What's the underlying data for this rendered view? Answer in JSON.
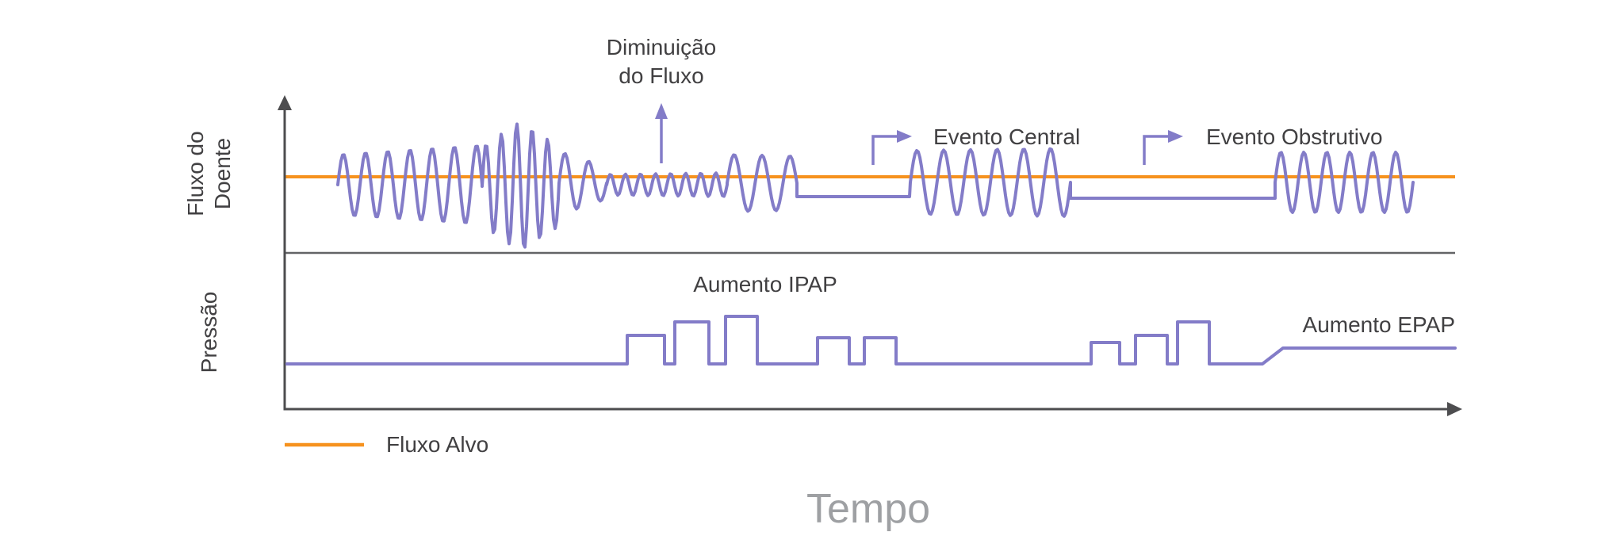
{
  "annotations": {
    "flow_decrease": [
      "Diminuição",
      "do Fluxo"
    ],
    "central_event": "Evento Central",
    "obstructive_event": "Evento Obstrutivo",
    "ipap_increase": "Aumento IPAP",
    "epap_increase": "Aumento EPAP"
  },
  "axes": {
    "flow_label": [
      "Fluxo do",
      "Doente"
    ],
    "pressure_label": "Pressão",
    "time_label": "Tempo"
  },
  "legend": {
    "target_flow": "Fluxo Alvo"
  },
  "colors": {
    "waveform_purple": "#837CC8",
    "target_flow_orange": "#F6921E",
    "axis_gray": "#4D4D4F",
    "divider_gray": "#636466",
    "label_text": "#414042",
    "time_label_gray": "#9EA0A3"
  },
  "chart_data": {
    "type": "line",
    "title": "Resposta do ventilador a eventos respiratórios (esquema)",
    "xlabel": "Tempo",
    "legend_entries": [
      "Fluxo Alvo"
    ],
    "panels": [
      {
        "ylabel": "Fluxo do Doente",
        "series": [
          "Fluxo do Doente (onda)",
          "Fluxo Alvo (linha horizontal laranja)"
        ]
      },
      {
        "ylabel": "Pressão",
        "series": [
          "Pressão (degraus IPAP / EPAP)"
        ]
      }
    ],
    "events_marked": [
      "Diminuição do Fluxo",
      "Evento Central (fluxo plano)",
      "Evento Obstrutivo (fluxo plano)",
      "Aumento IPAP",
      "Aumento EPAP"
    ],
    "flow_wave": {
      "baseline_y": 223,
      "step": 2,
      "segments": [
        {
          "kind": "sine",
          "x0": 426,
          "x1": 608,
          "period": 28,
          "amp0": 38,
          "amp1": 50,
          "offset": 10
        },
        {
          "kind": "sine_peak",
          "x0": 608,
          "x1": 705,
          "period": 19.4,
          "amp_edge": 50,
          "amp_peak": 82,
          "offset": 12
        },
        {
          "kind": "sine",
          "x0": 705,
          "x1": 765,
          "period": 30,
          "amp0": 40,
          "amp1": 20,
          "offset": 8
        },
        {
          "kind": "sine",
          "x0": 765,
          "x1": 917,
          "period": 19,
          "amp0": 13,
          "amp1": 15,
          "offset": 10
        },
        {
          "kind": "sine",
          "x0": 917,
          "x1": 1005,
          "period": 35.2,
          "amp0": 36,
          "amp1": 34,
          "offset": 8
        },
        {
          "kind": "flat",
          "x0": 1005,
          "x1": 1148,
          "offset": 25
        },
        {
          "kind": "sine",
          "x0": 1148,
          "x1": 1350,
          "period": 33.666,
          "amp0": 40,
          "amp1": 43,
          "offset": 7
        },
        {
          "kind": "flat",
          "x0": 1350,
          "x1": 1608,
          "offset": 27
        },
        {
          "kind": "sine",
          "x0": 1608,
          "x1": 1782,
          "period": 29,
          "amp0": 38,
          "amp1": 38,
          "offset": 7
        }
      ]
    },
    "pressure_points": [
      [
        362,
        459
      ],
      [
        791,
        459
      ],
      [
        791,
        423
      ],
      [
        838,
        423
      ],
      [
        838,
        459
      ],
      [
        851,
        459
      ],
      [
        851,
        406
      ],
      [
        894,
        406
      ],
      [
        894,
        459
      ],
      [
        915,
        459
      ],
      [
        915,
        399
      ],
      [
        955,
        399
      ],
      [
        955,
        459
      ],
      [
        1031,
        459
      ],
      [
        1031,
        426
      ],
      [
        1071,
        426
      ],
      [
        1071,
        459
      ],
      [
        1090,
        459
      ],
      [
        1090,
        426
      ],
      [
        1130,
        426
      ],
      [
        1130,
        459
      ],
      [
        1376,
        459
      ],
      [
        1376,
        432
      ],
      [
        1412,
        432
      ],
      [
        1412,
        459
      ],
      [
        1432,
        459
      ],
      [
        1432,
        423
      ],
      [
        1472,
        423
      ],
      [
        1472,
        459
      ],
      [
        1485,
        459
      ],
      [
        1485,
        406
      ],
      [
        1525,
        406
      ],
      [
        1525,
        459
      ],
      [
        1592,
        459
      ],
      [
        1618,
        439
      ],
      [
        1835,
        439
      ]
    ]
  }
}
